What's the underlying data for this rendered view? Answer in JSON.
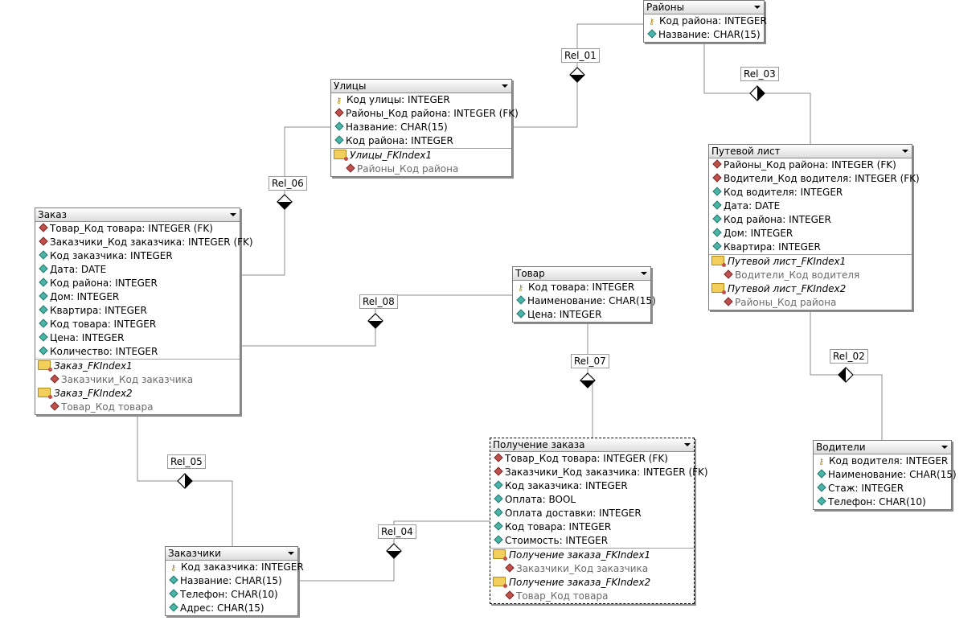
{
  "entities": [
    {
      "id": "rayony",
      "name": "Районы",
      "columns": [
        {
          "kind": "pk",
          "text": "Код района: INTEGER"
        },
        {
          "kind": "attr",
          "text": "Название: CHAR(15)"
        }
      ],
      "indexes": []
    },
    {
      "id": "ulitsy",
      "name": "Улицы",
      "columns": [
        {
          "kind": "pk",
          "text": "Код улицы: INTEGER"
        },
        {
          "kind": "fk",
          "text": "Районы_Код района: INTEGER (FK)"
        },
        {
          "kind": "attr",
          "text": "Название: CHAR(15)"
        },
        {
          "kind": "attr",
          "text": "Код района: INTEGER"
        }
      ],
      "indexes": [
        {
          "name": "Улицы_FKIndex1",
          "columns": [
            "Районы_Код района"
          ]
        }
      ]
    },
    {
      "id": "putevoy",
      "name": "Путевой лист",
      "columns": [
        {
          "kind": "fk",
          "text": "Районы_Код района: INTEGER (FK)"
        },
        {
          "kind": "fk",
          "text": "Водители_Код водителя: INTEGER (FK)"
        },
        {
          "kind": "attr",
          "text": "Код водителя: INTEGER"
        },
        {
          "kind": "attr",
          "text": "Дата: DATE"
        },
        {
          "kind": "attr",
          "text": "Код района: INTEGER"
        },
        {
          "kind": "attr",
          "text": "Дом: INTEGER"
        },
        {
          "kind": "attr",
          "text": "Квартира: INTEGER"
        }
      ],
      "indexes": [
        {
          "name": "Путевой лист_FKIndex1",
          "columns": [
            "Водители_Код водителя"
          ]
        },
        {
          "name": "Путевой лист_FKIndex2",
          "columns": [
            "Районы_Код района"
          ]
        }
      ]
    },
    {
      "id": "zakaz",
      "name": "Заказ",
      "columns": [
        {
          "kind": "fk",
          "text": "Товар_Код товара: INTEGER (FK)"
        },
        {
          "kind": "fk",
          "text": "Заказчики_Код заказчика: INTEGER (FK)"
        },
        {
          "kind": "attr",
          "text": "Код заказчика: INTEGER"
        },
        {
          "kind": "attr",
          "text": "Дата: DATE"
        },
        {
          "kind": "attr",
          "text": "Код района: INTEGER"
        },
        {
          "kind": "attr",
          "text": "Дом: INTEGER"
        },
        {
          "kind": "attr",
          "text": "Квартира: INTEGER"
        },
        {
          "kind": "attr",
          "text": "Код товара: INTEGER"
        },
        {
          "kind": "attr",
          "text": "Цена: INTEGER"
        },
        {
          "kind": "attr",
          "text": "Количество: INTEGER"
        }
      ],
      "indexes": [
        {
          "name": "Заказ_FKIndex1",
          "columns": [
            "Заказчики_Код заказчика"
          ]
        },
        {
          "name": "Заказ_FKIndex2",
          "columns": [
            "Товар_Код товара"
          ]
        }
      ]
    },
    {
      "id": "tovar",
      "name": "Товар",
      "columns": [
        {
          "kind": "pk",
          "text": "Код товара: INTEGER"
        },
        {
          "kind": "attr",
          "text": "Наименование: CHAR(15)"
        },
        {
          "kind": "attr",
          "text": "Цена: INTEGER"
        }
      ],
      "indexes": []
    },
    {
      "id": "poluchenie",
      "name": "Получение заказа",
      "selected": true,
      "columns": [
        {
          "kind": "fk",
          "text": "Товар_Код товара: INTEGER (FK)"
        },
        {
          "kind": "fk",
          "text": "Заказчики_Код заказчика: INTEGER (FK)"
        },
        {
          "kind": "attr",
          "text": "Код заказчика: INTEGER"
        },
        {
          "kind": "attr",
          "text": "Оплата: BOOL"
        },
        {
          "kind": "attr",
          "text": "Оплата доставки: INTEGER"
        },
        {
          "kind": "attr",
          "text": "Код товара: INTEGER"
        },
        {
          "kind": "attr",
          "text": "Стоимость: INTEGER"
        }
      ],
      "indexes": [
        {
          "name": "Получение заказа_FKIndex1",
          "columns": [
            "Заказчики_Код заказчика"
          ]
        },
        {
          "name": "Получение заказа_FKIndex2",
          "columns": [
            "Товар_Код товара"
          ]
        }
      ]
    },
    {
      "id": "zakazchiki",
      "name": "Заказчики",
      "columns": [
        {
          "kind": "pk",
          "text": "Код заказчика: INTEGER"
        },
        {
          "kind": "attr",
          "text": "Название: CHAR(15)"
        },
        {
          "kind": "attr",
          "text": "Телефон: CHAR(10)"
        },
        {
          "kind": "attr",
          "text": "Адрес: CHAR(15)"
        }
      ],
      "indexes": []
    },
    {
      "id": "voditeli",
      "name": "Водители",
      "columns": [
        {
          "kind": "pk",
          "text": "Код водителя: INTEGER"
        },
        {
          "kind": "attr",
          "text": "Наименование: CHAR(15)"
        },
        {
          "kind": "attr",
          "text": "Стаж: INTEGER"
        },
        {
          "kind": "attr",
          "text": "Телефон: CHAR(10)"
        }
      ],
      "indexes": []
    }
  ],
  "relations": [
    {
      "id": "rel01",
      "label": "Rel_01",
      "from": "rayony",
      "to": "ulitsy",
      "marker": "solid-bottom"
    },
    {
      "id": "rel03",
      "label": "Rel_03",
      "from": "rayony",
      "to": "putevoy",
      "marker": "solid-right"
    },
    {
      "id": "rel06",
      "label": "Rel_06",
      "from": "ulitsy",
      "to": "zakaz",
      "marker": "solid-bottom"
    },
    {
      "id": "rel08",
      "label": "Rel_08",
      "from": "tovar",
      "to": "zakaz",
      "marker": "solid-bottom"
    },
    {
      "id": "rel07",
      "label": "Rel_07",
      "from": "tovar",
      "to": "poluchenie",
      "marker": "solid-bottom"
    },
    {
      "id": "rel02",
      "label": "Rel_02",
      "from": "voditeli",
      "to": "putevoy",
      "marker": "solid-left"
    },
    {
      "id": "rel05",
      "label": "Rel_05",
      "from": "zakaz",
      "to": "zakazchiki",
      "marker": "solid-right"
    },
    {
      "id": "rel04",
      "label": "Rel_04",
      "from": "zakazchiki",
      "to": "poluchenie",
      "marker": "solid-bottom"
    }
  ]
}
